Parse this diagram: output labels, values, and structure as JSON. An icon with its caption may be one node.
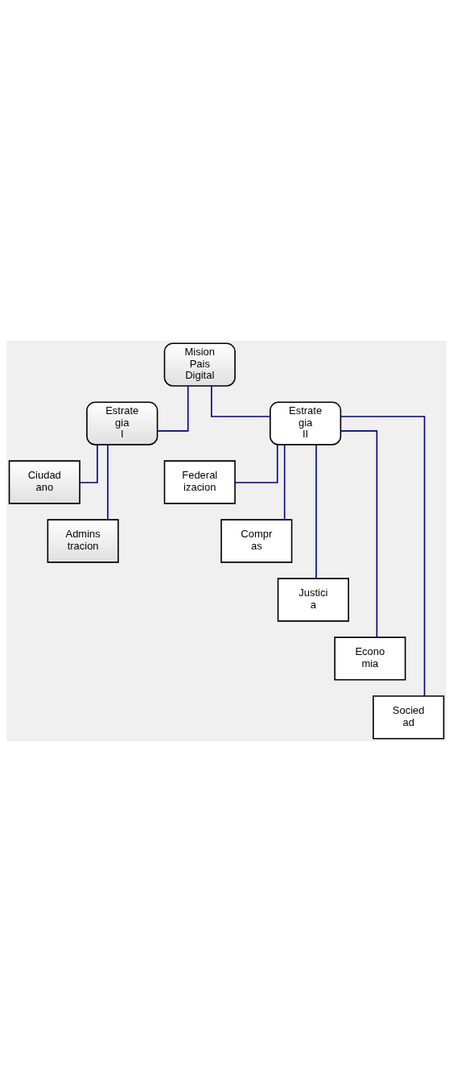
{
  "diagram": {
    "nodes": [
      {
        "text": [
          "Mision Pais Digital"
        ]
      },
      {
        "text": [
          "Estrate gia I"
        ]
      },
      {
        "text": [
          "Estrate gia II"
        ]
      },
      {
        "text": [
          "Ciudad ano"
        ]
      },
      {
        "text": [
          "Admins tracion"
        ]
      },
      {
        "text": [
          "Federal izacion"
        ]
      },
      {
        "text": [
          "Compr as"
        ]
      },
      {
        "text": [
          "Justici a"
        ]
      },
      {
        "text": [
          "Econo mia"
        ]
      },
      {
        "text": [
          "Socied ad"
        ]
      }
    ],
    "edges": [
      {
        "from": 0,
        "to": 1,
        "arrow": "none"
      },
      {
        "from": 0,
        "to": 2,
        "arrow": "none"
      },
      {
        "from": 1,
        "to": 3,
        "arrow": "none"
      },
      {
        "from": 1,
        "to": 4,
        "arrow": "none"
      },
      {
        "from": 2,
        "to": 5,
        "arrow": "none"
      },
      {
        "from": 2,
        "to": 6,
        "arrow": "none"
      },
      {
        "from": 2,
        "to": 7,
        "arrow": "none"
      },
      {
        "from": 2,
        "to": 8,
        "arrow": "none"
      },
      {
        "from": 2,
        "to": 9,
        "arrow": "none"
      }
    ]
  }
}
